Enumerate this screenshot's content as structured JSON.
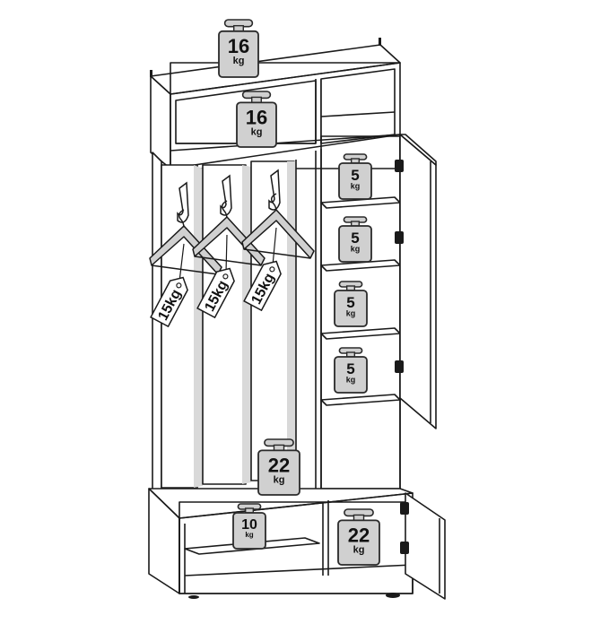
{
  "diagram": {
    "line_color": "#1a1a1a",
    "panel_color": "#ffffff",
    "shadow_color": "#d9d9d9",
    "weight_fill": "#d0d0d0",
    "weight_stroke": "#2a2a2a",
    "icons": {
      "weight": "weight-icon",
      "hanger": "coat-hanger-icon",
      "hook": "wall-hook-icon",
      "hinge": "hinge-icon"
    }
  },
  "load_limits": {
    "top_surface": {
      "value": "16",
      "unit": "kg"
    },
    "top_compartment": {
      "value": "16",
      "unit": "kg"
    },
    "right_shelf_1": {
      "value": "5",
      "unit": "kg"
    },
    "right_shelf_2": {
      "value": "5",
      "unit": "kg"
    },
    "right_shelf_3": {
      "value": "5",
      "unit": "kg"
    },
    "right_shelf_4": {
      "value": "5",
      "unit": "kg"
    },
    "bench_top": {
      "value": "22",
      "unit": "kg"
    },
    "bench_left_shelf": {
      "value": "10",
      "unit": "kg"
    },
    "bench_right_compartment": {
      "value": "22",
      "unit": "kg"
    }
  },
  "hook_tags": [
    {
      "text": "15kg"
    },
    {
      "text": "15kg"
    },
    {
      "text": "15kg"
    }
  ]
}
